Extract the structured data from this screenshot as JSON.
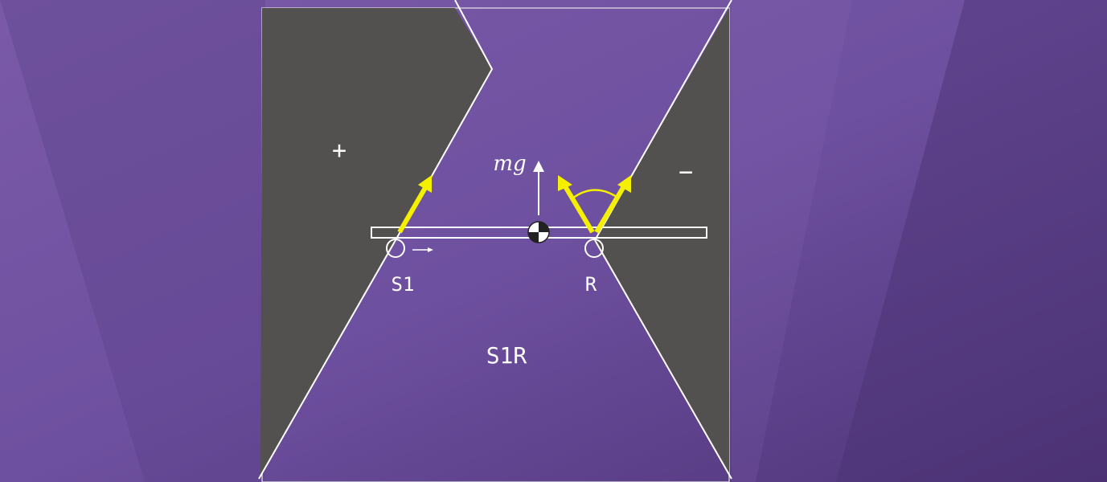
{
  "diagram": {
    "plus_sign": "+",
    "minus_sign": "−",
    "gravity_label": "mg",
    "left_contact_label": "S1",
    "right_contact_label": "R",
    "mode_label": "S1R"
  },
  "colors": {
    "background": "#6a4c98",
    "cone_region": "#53514f",
    "contact_force": "#f5f000",
    "lines": "#ffffff"
  }
}
